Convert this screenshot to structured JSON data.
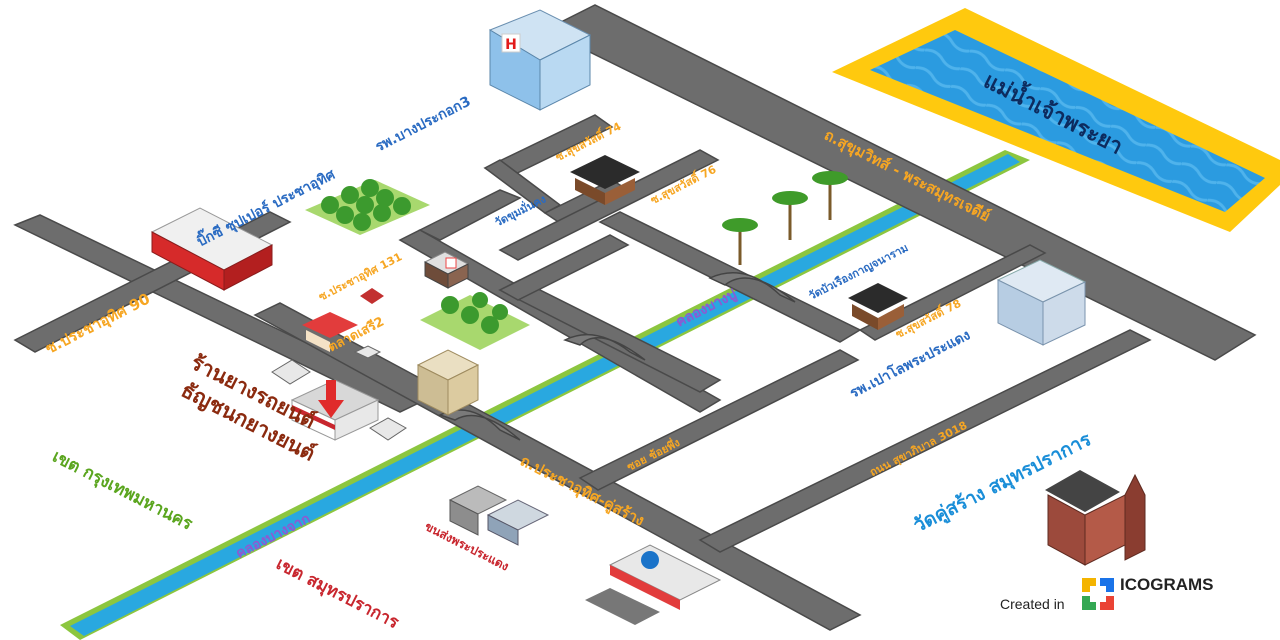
{
  "river": {
    "label": "แม่น้ำเจ้าพระยา"
  },
  "roads": {
    "main_sukhumvit": "ถ.สุขุมวิทส์ - พระสมุทรเจดีย์",
    "prachauthit": "ถ.ประชาอุทิศ-คู่สร้าง",
    "soi_sukhumvit_74": "ซ.สุขสวัสดิ์ 74",
    "soi_sukhumvit_76": "ซ.สุขสวัสดิ์ 76",
    "soi_sukhumvit_78": "ซ.สุขสวัสดิ์ 78",
    "soi_prachauthit_131": "ซ.ประชาอุทิศ 131",
    "soi_prachauthit_90": "ซ.ประชาอุทิศ 90",
    "soi_khlongphueng": "ซอย ช้อยพึ่ง",
    "thanon_sukhaphiban": "ถนน สุขาภิบาล 3018"
  },
  "canals": {
    "bang_chak": "คลองบางจาก",
    "bang_pu": "คลองบางปู"
  },
  "places": {
    "hospital_top": "รพ.บางประกอก3",
    "makro": "บิ๊กซี ซุปเปอร์ ประชาอุทิศ",
    "wat_top": "วัดขุมมั่นคง",
    "market": "ตลาดเสรี2",
    "wat_mid": "วัดบัวเรืองกาญจนาราม",
    "hospital_right": "รพ.เปาโลพระประแดง",
    "district_bkk": "เขต กรุงเทพมหานคร",
    "district_samut": "เขต สมุทรปราการ",
    "bus_terminal": "ขนส่งพระประแดง",
    "wat_bottom": "วัดคู่สร้าง สมุทรปราการ"
  },
  "shop": {
    "line1": "ร้านยางรถยนต์",
    "line2": "ธัญชนกยางยนต์"
  },
  "credit": {
    "prefix": "Created in",
    "brand": "ICOGRAMS"
  },
  "colors": {
    "road": "#6d6d6d",
    "road_edge": "#4a4a4a",
    "lane": "#e8e8e8",
    "canal": "#29a8e0",
    "canal_bank": "#8cc63f",
    "river": "#2b9be0",
    "river_bank": "#ffc90e",
    "shop_text": "#8b2a0f",
    "district_bkk": "#5aa51e",
    "district_samut": "#c8262e"
  }
}
